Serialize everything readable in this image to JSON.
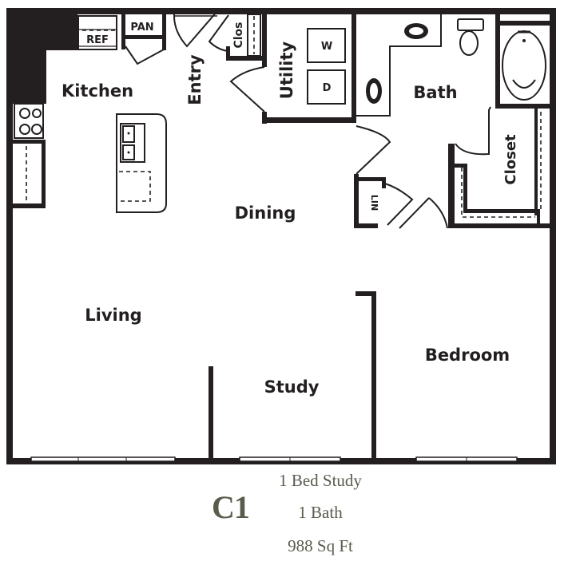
{
  "floor_plan": {
    "rooms": [
      {
        "id": "kitchen",
        "label": "Kitchen"
      },
      {
        "id": "entry",
        "label": "Entry"
      },
      {
        "id": "closet-small",
        "label": "Clos"
      },
      {
        "id": "utility",
        "label": "Utility"
      },
      {
        "id": "bath",
        "label": "Bath"
      },
      {
        "id": "closet",
        "label": "Closet"
      },
      {
        "id": "dining",
        "label": "Dining"
      },
      {
        "id": "linen",
        "label": "LIN"
      },
      {
        "id": "living",
        "label": "Living"
      },
      {
        "id": "study",
        "label": "Study"
      },
      {
        "id": "bedroom",
        "label": "Bedroom"
      }
    ],
    "fixtures": {
      "refrigerator": "REF",
      "pantry": "PAN",
      "washer": "W",
      "dryer": "D"
    },
    "colors": {
      "wall": "#231f20",
      "caption": "#5a5a4e",
      "unit_code": "#5b5c4c"
    }
  },
  "unit": {
    "code": "C1",
    "beds": "1 Bed Study",
    "baths": "1 Bath",
    "area": "988 Sq Ft"
  }
}
